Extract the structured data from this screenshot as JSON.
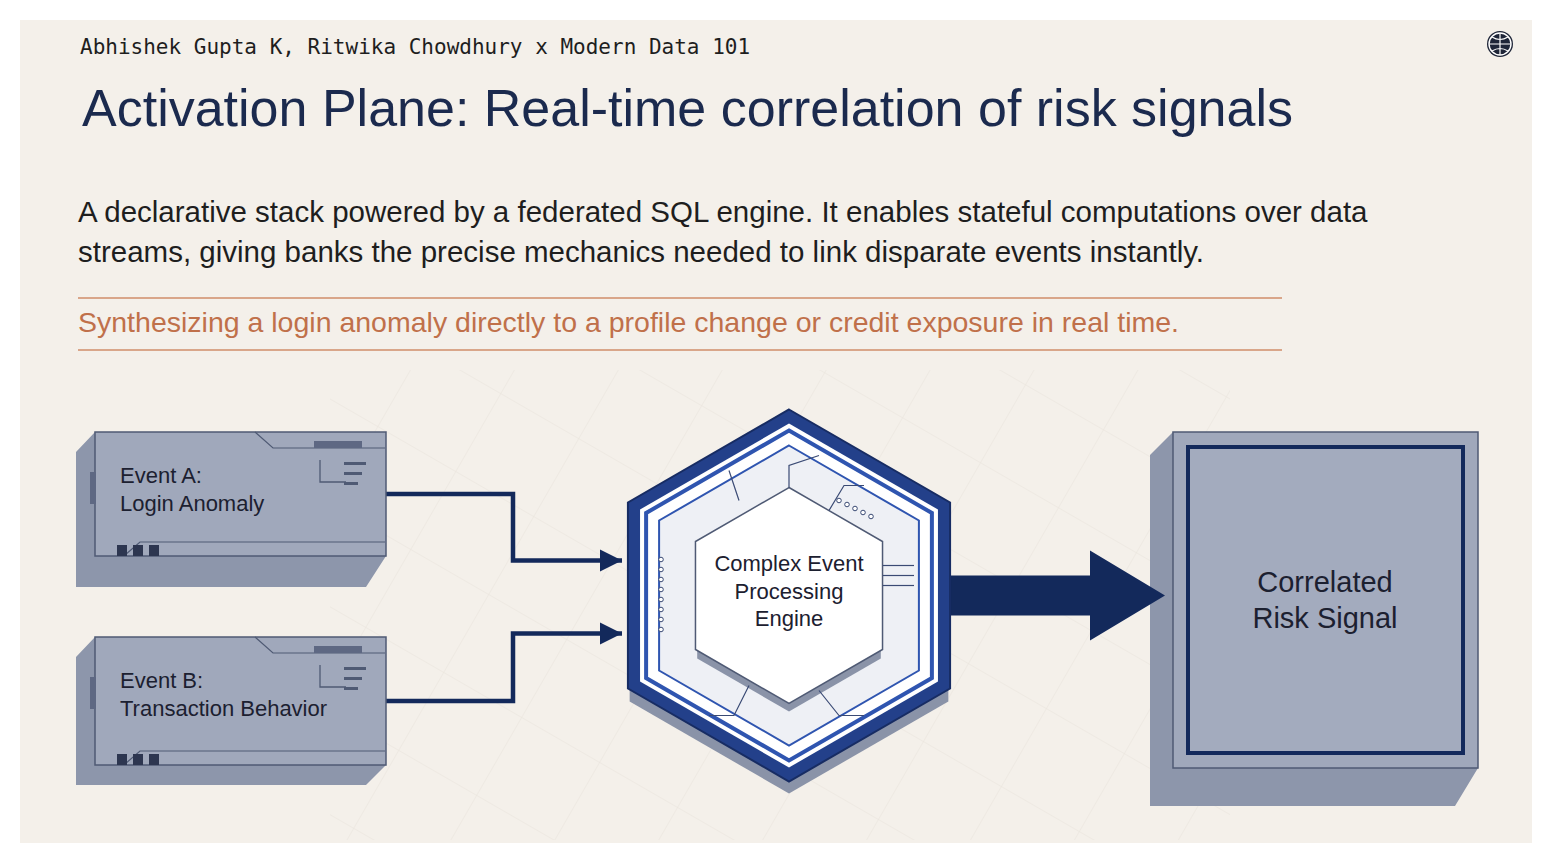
{
  "diagram": {
    "title": "Activation Plane: Real-time correlation of risk signals",
    "nodes": [
      {
        "text": [
          "Event A:",
          "Login Anomaly"
        ]
      },
      {
        "text": [
          "Event B:",
          "Transaction Behavior"
        ]
      },
      {
        "text": [
          "Complex Event Processing Engine"
        ]
      },
      {
        "text": [
          "Correlated Risk Signal"
        ]
      }
    ],
    "edges": [
      {
        "from": 0,
        "to": 2,
        "arrow": "to"
      },
      {
        "from": 1,
        "to": 2,
        "arrow": "to"
      },
      {
        "from": 2,
        "to": 3,
        "arrow": "to"
      }
    ],
    "labels": [
      "Abhishek Gupta K, Ritwika Chowdhury x Modern Data 101",
      "A declarative stack powered by a federated SQL engine. It enables stateful computations over data streams, giving banks the precise mechanics needed to link disparate events instantly.",
      "Synthesizing a login anomaly directly to a profile change or credit exposure in real time."
    ]
  }
}
